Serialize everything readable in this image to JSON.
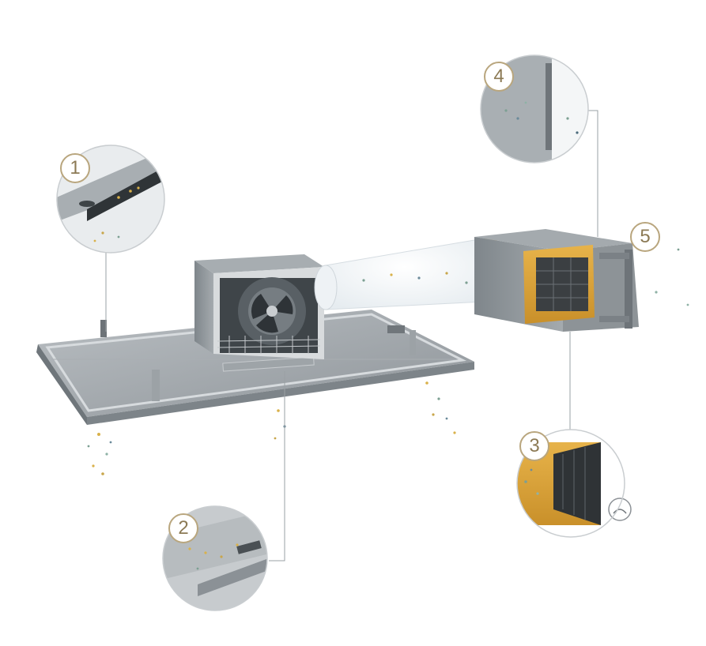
{
  "callouts": [
    {
      "label": "1"
    },
    {
      "label": "2"
    },
    {
      "label": "3"
    },
    {
      "label": "4"
    },
    {
      "label": "5"
    }
  ],
  "colors": {
    "badge_border": "#b9a67e",
    "badge_text": "#8c7a55",
    "housing": "#8f959a",
    "filter_insulation": "#d9a53b",
    "leader_line": "#9aa0a4"
  }
}
